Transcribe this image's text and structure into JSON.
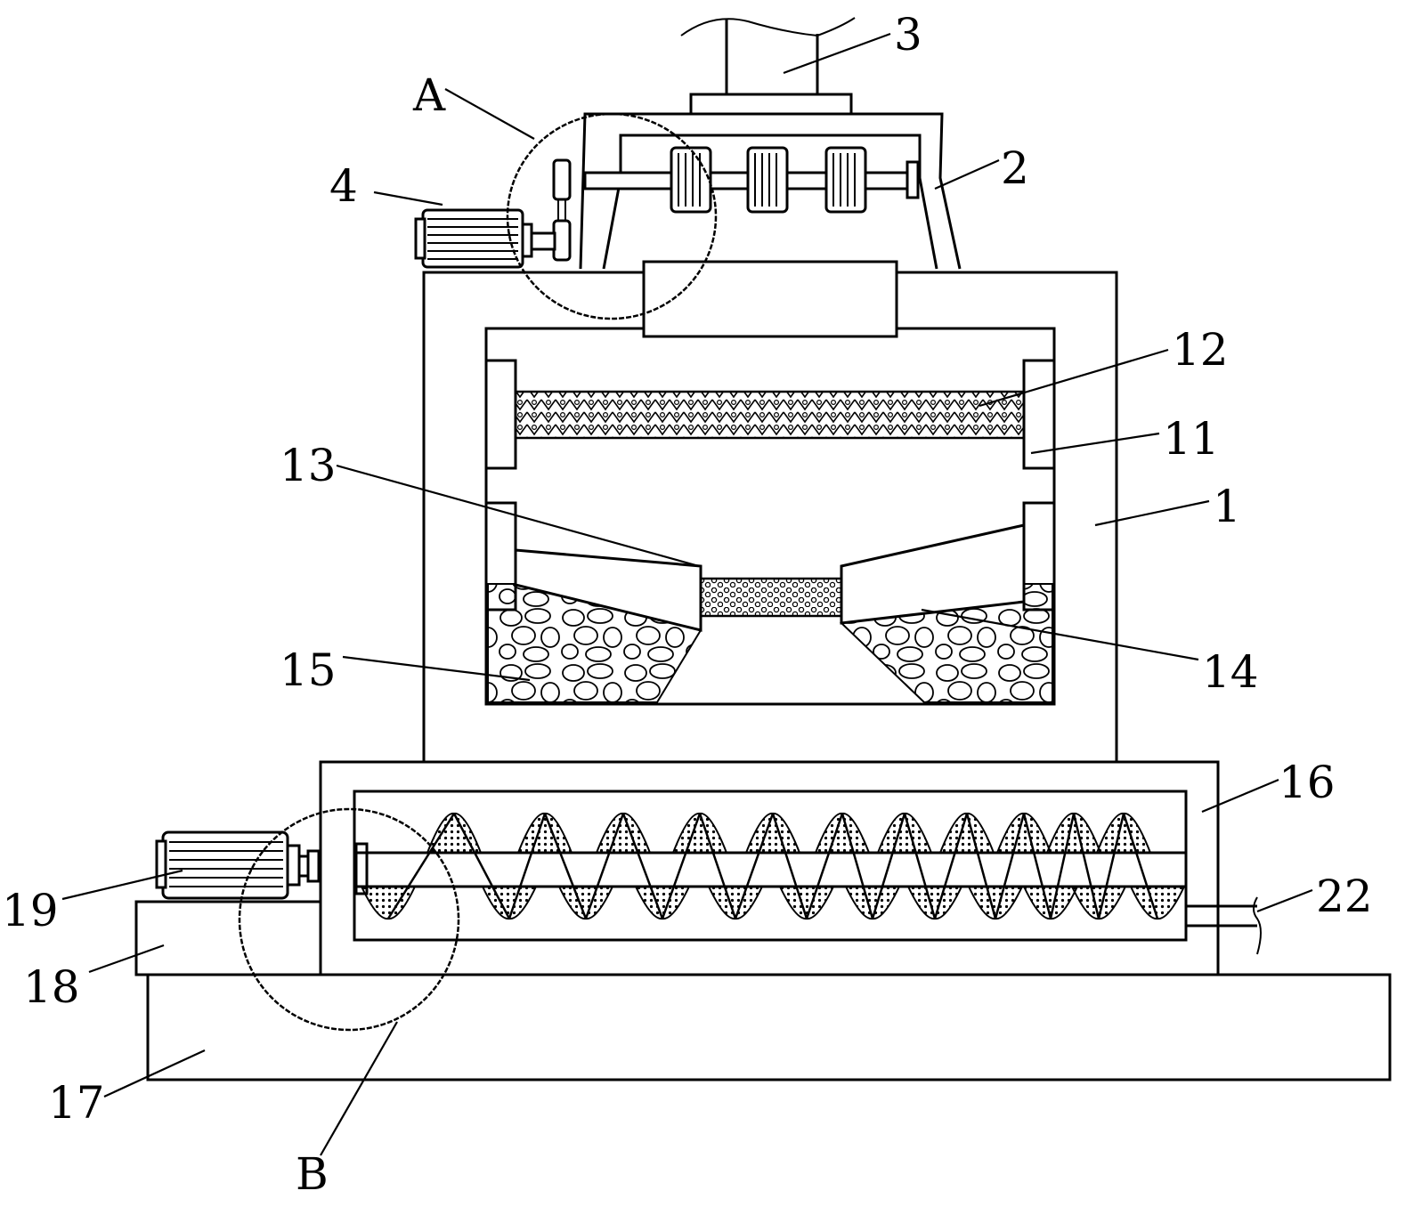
{
  "labels": {
    "l1": "1",
    "l2": "2",
    "l3": "3",
    "l4": "4",
    "l11": "11",
    "l12": "12",
    "l13": "13",
    "l14": "14",
    "l15": "15",
    "l16": "16",
    "l17": "17",
    "l18": "18",
    "l19": "19",
    "l22": "22",
    "lA": "A",
    "lB": "B"
  }
}
